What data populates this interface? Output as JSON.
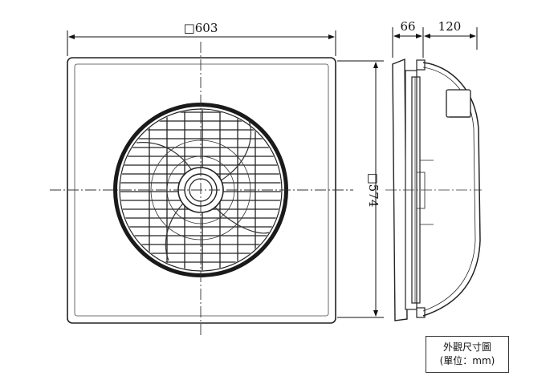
{
  "dimensions": {
    "front_width": "□603",
    "front_height": "□574",
    "side_depth_front": "66",
    "side_depth_back": "120"
  },
  "legend": {
    "title": "外觀尺寸圖",
    "unit": "(單位：mm)"
  },
  "colors": {
    "line": "#222222",
    "fill_light": "#ffffff",
    "grille_dark": "#2a2a2a"
  }
}
